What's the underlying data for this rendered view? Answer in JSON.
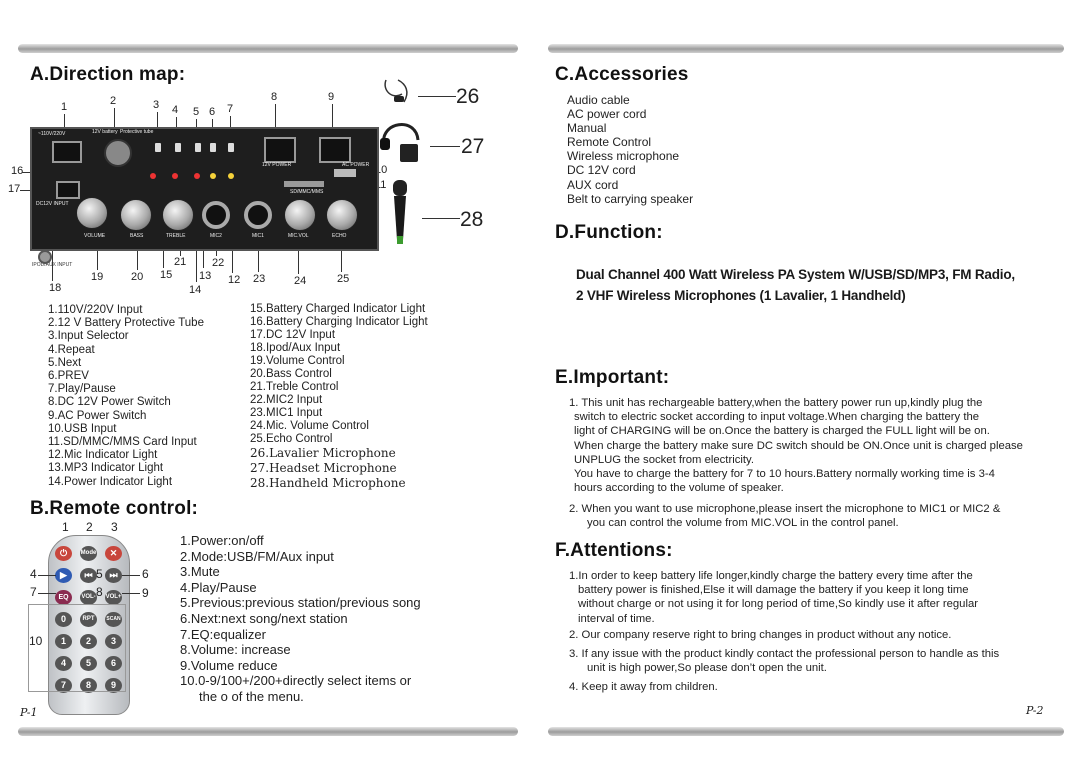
{
  "left": {
    "section_a_title": "A.Direction map:",
    "panel_numbers": [
      "1",
      "2",
      "3",
      "4",
      "5",
      "6",
      "7",
      "8",
      "9",
      "10",
      "11",
      "12",
      "13",
      "14",
      "15",
      "16",
      "17",
      "18",
      "19",
      "20",
      "21",
      "22",
      "23",
      "24",
      "25"
    ],
    "callouts": [
      "26",
      "27",
      "28"
    ],
    "panel_labels": {
      "input_v": "~110V/220V",
      "battery": "12V battery",
      "protective": "Protective tube",
      "dc_input": "DC12V  INPUT",
      "ipod": "IPOD/AUX INPUT",
      "volume": "VOLUME",
      "bass": "BASS",
      "treble": "TREBLE",
      "mic2": "MIC2",
      "mic1": "MIC1",
      "mic_vol": "MIC.VOL",
      "echo": "ECHO",
      "power12": "12V POWER",
      "ac_power": "AC POWER",
      "sd": "SD/MMC/MMS"
    },
    "legend_left": [
      "1.110V/220V Input",
      "2.12 V Battery Protective Tube",
      "3.Input Selector",
      "4.Repeat",
      "5.Next",
      "6.PREV",
      "7.Play/Pause",
      "8.DC 12V Power Switch",
      "9.AC Power Switch",
      "10.USB Input",
      "11.SD/MMC/MMS Card Input",
      "12.Mic Indicator Light",
      "13.MP3 Indicator Light",
      "14.Power Indicator Light"
    ],
    "legend_right": [
      "15.Battery Charged Indicator Light",
      "16.Battery Charging Indicator Light",
      "17.DC 12V Input",
      "18.Ipod/Aux Input",
      "19.Volume Control",
      "20.Bass Control",
      "21.Treble Control",
      "22.MIC2 Input",
      "23.MIC1 Input",
      "24.Mic. Volume Control",
      "25.Echo Control"
    ],
    "legend_right_serif": [
      "26.Lavalier Microphone",
      "27.Headset Microphone",
      "28.Handheld Microphone"
    ],
    "section_b_title": "B.Remote control:",
    "remote_numbers": [
      "1",
      "2",
      "3",
      "4",
      "5",
      "6",
      "7",
      "8",
      "9",
      "10"
    ],
    "remote_buttons": {
      "mode": "Mode",
      "vol_minus": "VOL-",
      "vol_plus": "VOL+",
      "eq": "EQ",
      "rpt": "RPT",
      "scan": "SCAN",
      "digits": [
        "0",
        "1",
        "2",
        "3",
        "4",
        "5",
        "6",
        "7",
        "8",
        "9"
      ]
    },
    "remote_legend": [
      "1.Power:on/off",
      "2.Mode:USB/FM/Aux input",
      "3.Mute",
      "4.Play/Pause",
      "5.Previous:previous station/previous song",
      "6.Next:next song/next station",
      "7.EQ:equalizer",
      "8.Volume: increase",
      "9.Volume reduce",
      "10.0-9/100+/200+directly select items or",
      "the o of the menu."
    ],
    "page": "P-1"
  },
  "right": {
    "section_c_title": "C.Accessories",
    "accessories": [
      "Audio cable",
      "AC power cord",
      "Manual",
      "Remote Control",
      "Wireless microphone",
      "DC 12V cord",
      "AUX cord",
      "Belt to carrying speaker"
    ],
    "section_d_title": "D.Function:",
    "function_line1": "Dual Channel 400 Watt Wireless PA System W/USB/SD/MP3, FM Radio,",
    "function_line2": "2 VHF Wireless Microphones (1 Lavalier, 1 Handheld)",
    "section_e_title": "E.Important:",
    "important_1": [
      "1. This  unit  has  rechargeable battery,when the battery power run up,kindly plug the",
      "switch to electric socket according to input voltage.When charging the battery the",
      "light of CHARGING will be on.Once the battery is charged the FULL light will be on.",
      "When charge the battery make sure DC switch should be ON.Once unit is charged please",
      "UNPLUG the socket from electricity.",
      "You have to charge the battery for 7 to 10 hours.Battery normally working time is 3-4",
      "hours according to the volume of speaker."
    ],
    "important_2": [
      "2.  When you want to use microphone,please insert the microphone to MIC1 or MIC2 &",
      "you can control the volume from MIC.VOL in the control panel."
    ],
    "section_f_title": "F.Attentions:",
    "attention_1": [
      "1.In order to keep battery life longer,kindly charge the battery every time after the",
      "battery power is finished,Else it will damage the battery if you keep it long time",
      "without charge or not using it for long period of time,So kindly use it after regular",
      "interval of time."
    ],
    "attention_2": "2.  Our company reserve right to bring changes in product without any notice.",
    "attention_3": [
      "3.  If any issue with the product kindly contact the professional person to handle as this",
      "unit is high power,So please don’t open the unit."
    ],
    "attention_4": "4.  Keep it away from children.",
    "page": "P-2"
  }
}
